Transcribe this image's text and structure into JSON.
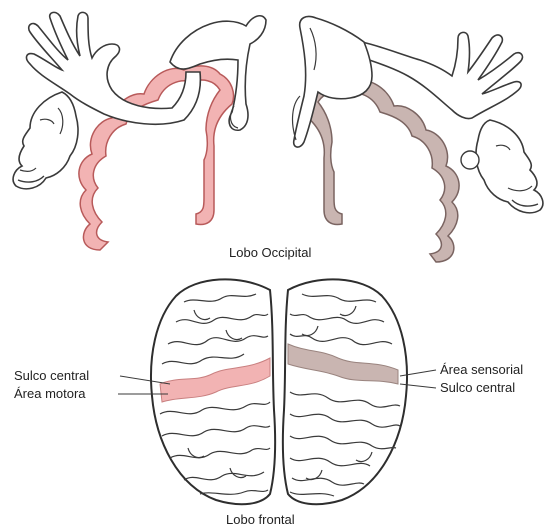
{
  "labels": {
    "occipital": "Lobo Occipital",
    "frontal": "Lobo frontal",
    "sulcus_left": "Sulco central",
    "motor": "Área motora",
    "sensory": "Área sensorial",
    "sulcus_right": "Sulco central"
  },
  "colors": {
    "motor_strip": "#f2b3b3",
    "motor_stroke": "#b85a5a",
    "sensory_strip": "#c9b5b1",
    "sensory_stroke": "#7a6461",
    "line": "#3a3a3a",
    "text": "#222222"
  },
  "figures": {
    "left": "motor-homunculus",
    "right": "sensory-homunculus"
  }
}
